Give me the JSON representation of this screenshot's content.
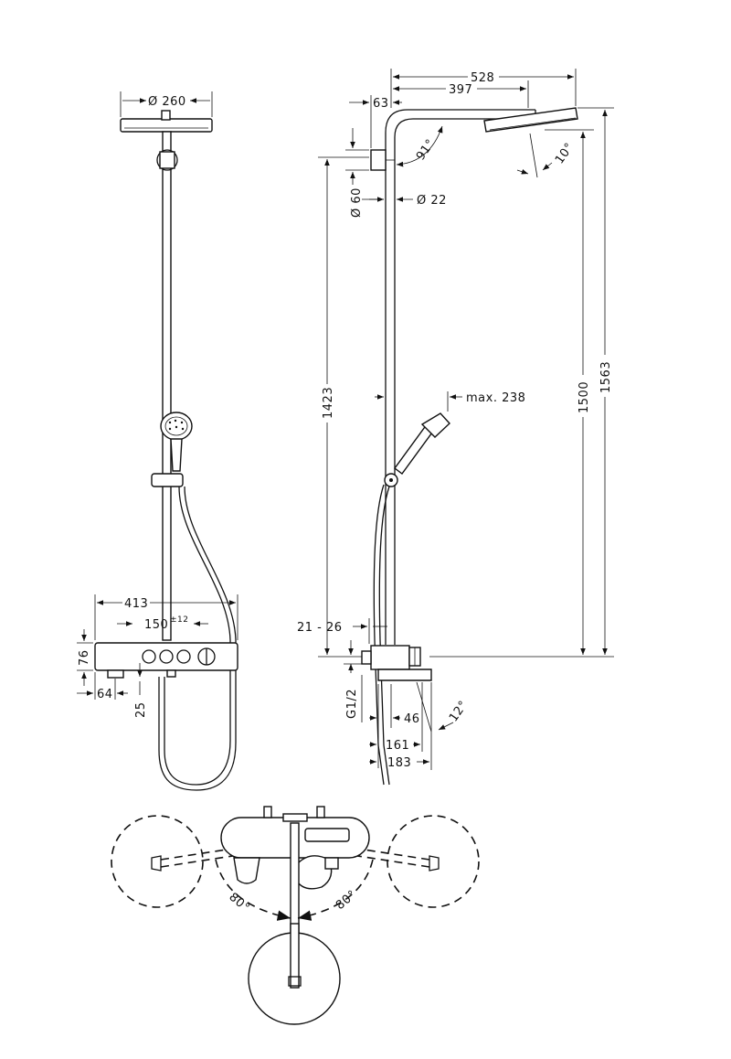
{
  "dimensions": {
    "head_diameter": "Ø 260",
    "width_413": "413",
    "spacing_150": "150",
    "spacing_tol": "±12",
    "height_76": "76",
    "offset_64": "64",
    "depth_25": "25",
    "reach_528": "528",
    "reach_397": "397",
    "offset_63": "63",
    "angle_91": "91°",
    "angle_10": "10°",
    "bracket_60": "Ø 60",
    "pipe_22": "Ø 22",
    "height_1423": "1423",
    "height_1500": "1500",
    "height_1563": "1563",
    "max_238": "max. 238",
    "range_21_26": "21 - 26",
    "thread_g12": "G1/2",
    "dist_46": "46",
    "angle_12": "12°",
    "dist_161": "161",
    "dist_183": "183",
    "swivel_left": "80°",
    "swivel_right": "80°"
  }
}
